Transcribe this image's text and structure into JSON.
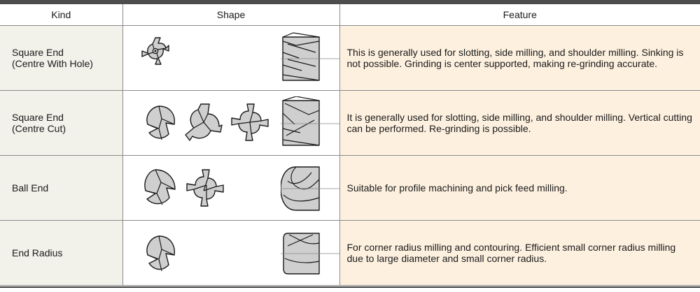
{
  "header": {
    "kind": "Kind",
    "shape": "Shape",
    "feature": "Feature"
  },
  "rows": [
    {
      "kind": "Square End\n(Centre With Hole)",
      "feature": "This is generally used for slotting, side milling, and shoulder milling. Sinking is not possible. Grinding is center supported, making re-grinding accurate."
    },
    {
      "kind": "Square End\n(Centre Cut)",
      "feature": "It is generally used for slotting, side milling, and shoulder milling. Vertical cutting can be performed. Re-grinding is possible."
    },
    {
      "kind": "Ball End",
      "feature": "Suitable for profile machining and pick feed milling."
    },
    {
      "kind": "End Radius",
      "feature": "For corner radius milling and contouring. Efficient small corner radius milling due to large diameter and small corner radius."
    }
  ],
  "colors": {
    "kind_bg": "#f2f1ea",
    "feature_bg": "#fdf0df",
    "tool_fill": "#cfcfcf",
    "tool_stroke": "#1a1a1a"
  }
}
